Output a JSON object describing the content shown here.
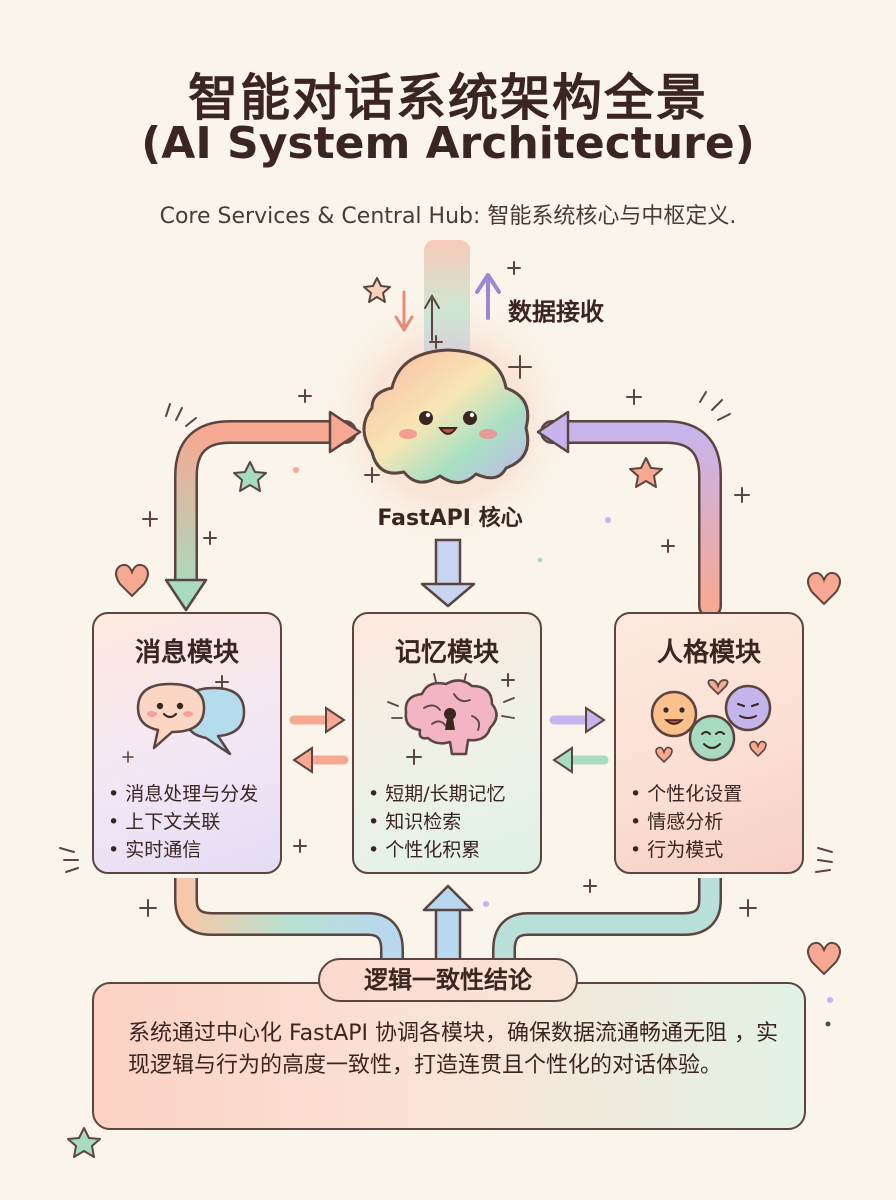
{
  "title": {
    "line1": "智能对话系统架构全景",
    "line2": "(AI System Architecture)"
  },
  "subtitle": "Core Services & Central Hub: 智能系统核心与中枢定义.",
  "core": {
    "label": "FastAPI 核心",
    "input_label": "数据接收"
  },
  "modules": [
    {
      "title": "消息模块",
      "icon": "chat-bubbles-icon",
      "items": [
        "消息处理与分发",
        "上下文关联",
        "实时通信"
      ]
    },
    {
      "title": "记忆模块",
      "icon": "brain-lock-icon",
      "items": [
        "短期/长期记忆",
        "知识检索",
        "个性化积累"
      ]
    },
    {
      "title": "人格模块",
      "icon": "emoji-faces-icon",
      "items": [
        "个性化设置",
        "情感分析",
        "行为模式"
      ]
    }
  ],
  "conclusion": {
    "label": "逻辑一致性结论",
    "text": "系统通过中心化 FastAPI 协调各模块，确保数据流通畅通无阻 ，实现逻辑与行为的高度一致性，打造连贯且个性化的对话体验。"
  },
  "colors": {
    "background": "#fbf4ea",
    "outline": "#5a4540",
    "arrow_orange": "#f6a892",
    "arrow_green": "#a8dcc0",
    "arrow_purple": "#c8b4ec",
    "arrow_blue": "#b8d8f0"
  }
}
